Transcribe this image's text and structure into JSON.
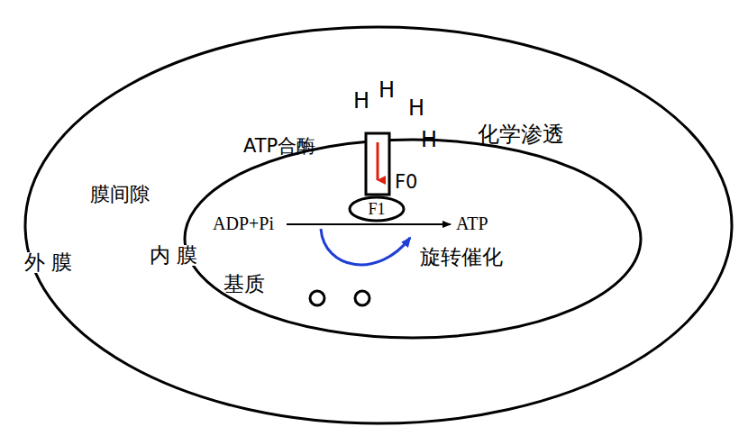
{
  "diagram": {
    "nodes": [
      {
        "text": [
          "F1"
        ]
      }
    ],
    "labels": [
      "H",
      "H",
      "H",
      "H",
      "ATP合酶",
      "化学渗透",
      "F0",
      "膜间隙",
      "ADP+Pi",
      "ATP",
      "外 膜",
      "内 膜",
      "旋转催化",
      "基质"
    ]
  }
}
